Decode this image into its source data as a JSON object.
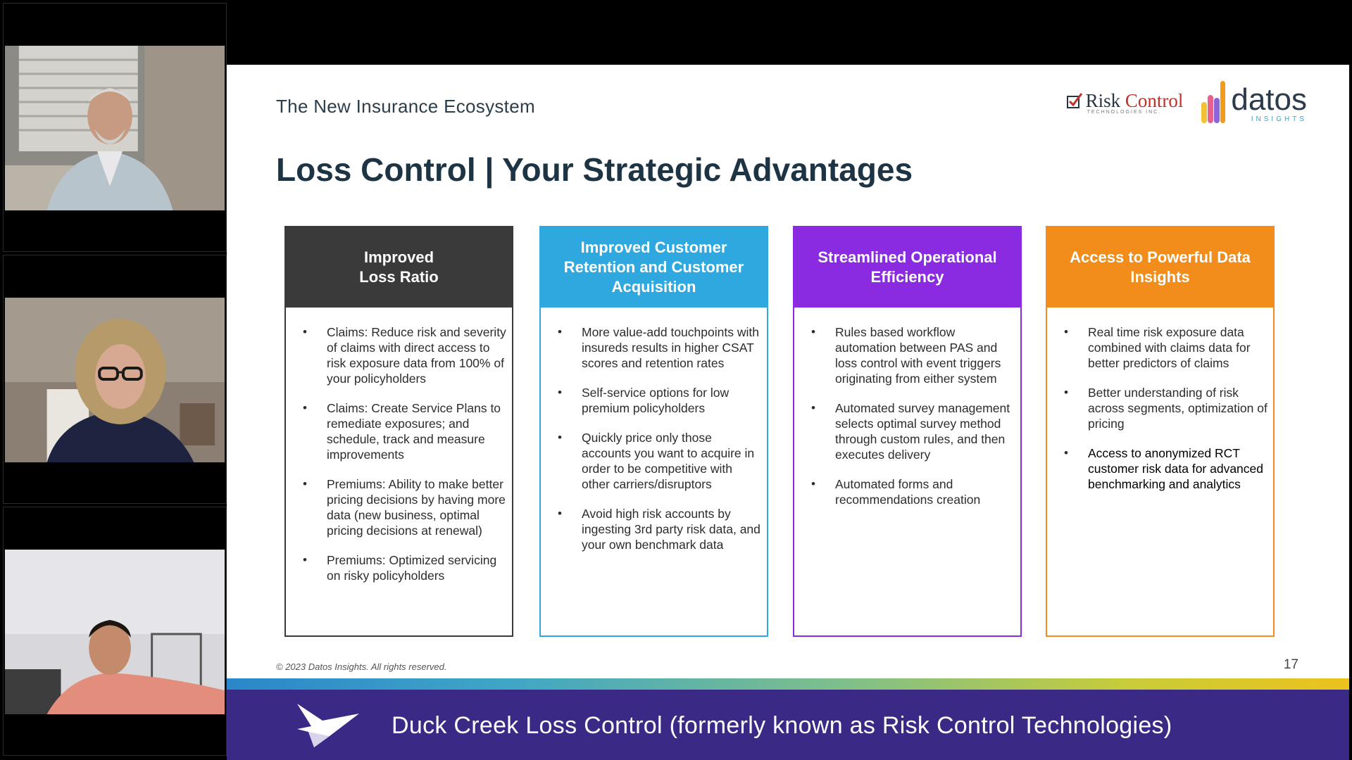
{
  "slide": {
    "subtitle": "The New Insurance Ecosystem",
    "title": "Loss Control | Your Strategic Advantages",
    "logos": {
      "rct_name_part1": "Risk",
      "rct_name_part2": "Control",
      "rct_sub": "TECHNOLOGIES INC.",
      "datos_name": "datos",
      "datos_sub": "INSIGHTS"
    },
    "cards": [
      {
        "heading": "Improved\nLoss Ratio",
        "color": "#3a3a3a",
        "bullets": [
          "Claims: Reduce risk and severity of claims with direct access to risk exposure data from 100% of your policyholders",
          "Claims: Create Service Plans to remediate exposures; and schedule, track and measure improvements",
          "Premiums: Ability to make better pricing decisions by having more data (new business, optimal pricing decisions at renewal)",
          "Premiums: Optimized servicing on risky policyholders"
        ]
      },
      {
        "heading": "Improved Customer Retention and Customer Acquisition",
        "color": "#2fa8df",
        "bullets": [
          "More value-add touchpoints with insureds results in higher CSAT scores and retention rates",
          "Self-service options for low premium policyholders",
          "Quickly price only those accounts you want to acquire in order to be competitive with other carriers/disruptors",
          "Avoid high risk accounts by ingesting 3rd party risk data, and your own benchmark data"
        ]
      },
      {
        "heading": "Streamlined Operational Efficiency",
        "color": "#8a2be2",
        "bullets": [
          "Rules based workflow automation between PAS and loss control with event triggers originating from either system",
          "Automated survey management selects optimal survey method through custom rules, and then executes delivery",
          "Automated forms and recommendations creation"
        ]
      },
      {
        "heading": "Access to Powerful Data Insights",
        "color": "#f28c1a",
        "bullets": [
          "Real time risk exposure data combined with claims data for better predictors of claims",
          "Better understanding of risk across segments, optimization of pricing",
          "Access to anonymized RCT customer risk data for advanced benchmarking and analytics"
        ]
      }
    ],
    "copyright": "© 2023 Datos Insights. All rights reserved.",
    "page_number": "17"
  },
  "banner": {
    "text": "Duck Creek Loss Control (formerly known as Risk Control Technologies)",
    "color": "#3a2a86"
  },
  "participants_icon_names": [
    "video-feed-man-gray-hair",
    "video-feed-woman-glasses",
    "video-feed-man-pink-shirt"
  ]
}
